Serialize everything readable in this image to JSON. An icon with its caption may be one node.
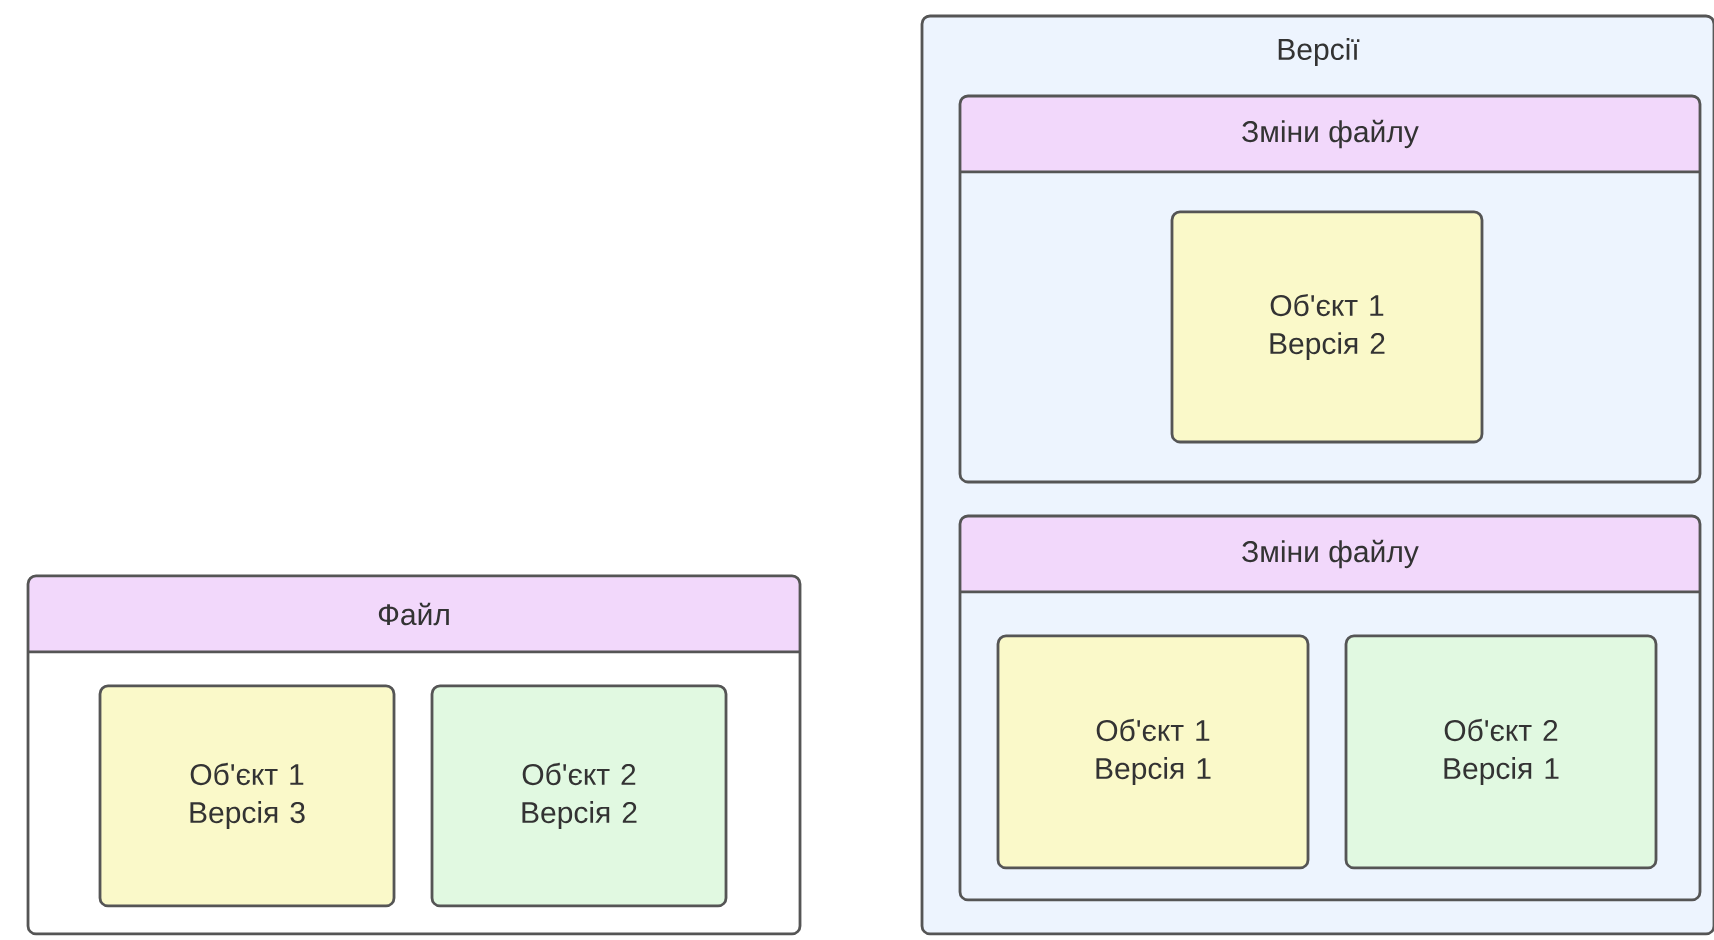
{
  "diagram": {
    "nodes": [
      {
        "text": [
          "Файл"
        ]
      },
      {
        "text": [
          "Об'єкт 1 Версія 3"
        ],
        "in": 0
      },
      {
        "text": [
          "Об'єкт 2 Версія 2"
        ],
        "in": 0
      },
      {
        "text": [
          "Версії"
        ]
      },
      {
        "text": [
          "Зміни файлу"
        ],
        "in": 3
      },
      {
        "text": [
          "Об'єкт 1 Версія 2"
        ],
        "in": 4
      },
      {
        "text": [
          "Зміни файлу"
        ],
        "in": 3
      },
      {
        "text": [
          "Об'єкт 1 Версія 1"
        ],
        "in": 6
      },
      {
        "text": [
          "Об'єкт 2 Версія 1"
        ],
        "in": 6
      }
    ]
  }
}
